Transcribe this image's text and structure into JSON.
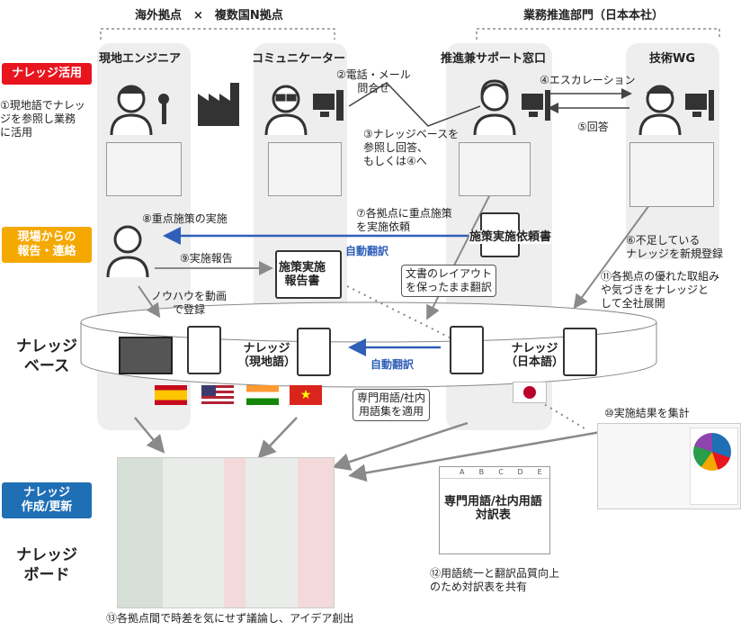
{
  "top": {
    "overseas_header": "海外拠点　×　複数国N拠点",
    "hq_header": "業務推進部門（日本本社）"
  },
  "columns": {
    "field_engineer": "現地エンジニア",
    "communicator": "コミュニケーター",
    "support_desk": "推進兼サポート窓口",
    "tech_wg": "技術WG"
  },
  "side_labels": {
    "knowledge_use": "ナレッジ活用",
    "field_report": "現場からの\n報告・連絡",
    "knowledge_create": "ナレッジ\n作成/更新",
    "knowledge_base": "ナレッジ\nベース",
    "knowledge_board": "ナレッジ\nボード"
  },
  "steps": {
    "s1": "①現地語でナレッ\nジを参照し業務\nに活用",
    "s2": "②電話・メール\n問合せ",
    "s3": "③ナレッジベースを\n参照し回答、\nもしくは④へ",
    "s4": "④エスカレーション",
    "s5": "⑤回答",
    "s6": "⑥不足している\nナレッジを新規登録",
    "s7": "⑦各拠点に重点施策\nを実施依頼",
    "s8": "⑧重点施策の実施",
    "s9": "⑨実施報告",
    "s10": "⑩実施結果を集計",
    "s11": "⑪各拠点の優れた取組み\nや気づきをナレッジと\nして全社展開",
    "s12": "⑫用語統一と翻訳品質向上\nのため対訳表を共有",
    "s13": "⑬各拠点間で時差を気にせず議論し、アイデア創出"
  },
  "docs": {
    "request_doc": "施策実施依頼書",
    "report_doc": "施策実施\n報告書",
    "knowledge_local": "ナレッジ\n（現地語）",
    "knowledge_jp": "ナレッジ\n（日本語）",
    "glossary": "専門用語/社内用語\n対訳表"
  },
  "auto_translate_1": "自動翻訳",
  "auto_translate_2": "自動翻訳",
  "callouts": {
    "layout": "文書のレイアウト\nを保ったまま翻訳",
    "glossary_apply": "専門用語/社内\n用語集を適用"
  },
  "video_note": "ノウハウを動画\nで登録",
  "spreadsheet_cols": [
    "A",
    "B",
    "C",
    "D",
    "E"
  ],
  "colors": {
    "red": "#e8141e",
    "orange": "#f5a800",
    "blue": "#1f6fb5",
    "arrow_blue": "#2f5fb8",
    "gray": "#8a8a8a"
  }
}
